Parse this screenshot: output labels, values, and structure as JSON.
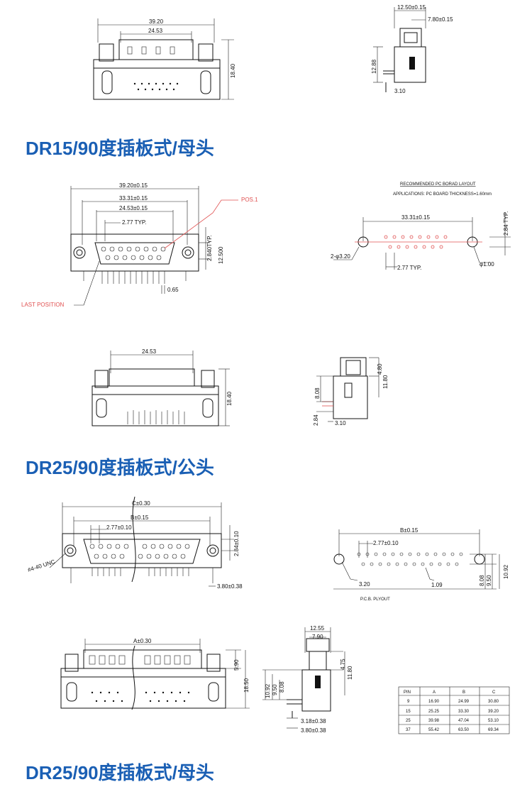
{
  "sections": [
    {
      "title": "DR15/90度插板式/母头",
      "front_dims": [
        "39.20",
        "24.53",
        "18.40"
      ],
      "side_dims": [
        "12.50±0.15",
        "7.80±0.15",
        "12.88",
        "3.10"
      ]
    },
    {
      "title": "DR25/90度插板式/公头",
      "top_dims": [
        "39.20±0.15",
        "33.31±0.15",
        "24.53±0.15",
        "2.77 TYP.",
        "2.840TYP.",
        "12.500",
        "0.65"
      ],
      "pos1": "POS.1",
      "last_position": "LAST POSITION",
      "layout_title": "RECOMMENDED PC BORAD LAYOUT",
      "layout_subtitle": "APPLICATIONS: PC BOARD THICKNESS=1.60mm",
      "layout_dims": [
        "33.31±0.15",
        "2.84 TYP.",
        "2-φ3.20",
        "2.77 TYP.",
        "φ1.00"
      ],
      "front_dims": [
        "24.53",
        "18.40"
      ],
      "side_dims": [
        "4.80",
        "11.80",
        "8.08",
        "2.84",
        "3.10"
      ]
    },
    {
      "title": "DR25/90度插板式/母头",
      "top_dims": [
        "C±0.30",
        "B±0.15",
        "2.77±0.10",
        "2.84±0.10",
        "#4-40 UNC",
        "3.80±0.38"
      ],
      "pcb_dims": [
        "B±0.15",
        "2.77±0.10",
        "3.20",
        "1.09",
        "8.08",
        "9.50",
        "10.92"
      ],
      "pcb_label": "P.C.B. PLYOUT",
      "front_dims": [
        "A±0.30",
        "5.90",
        "18.50"
      ],
      "side_dims": [
        "12.55",
        "7.90",
        "4.75",
        "11.80",
        "10.92",
        "9.50",
        "8.08",
        "3.18±0.38",
        "3.80±0.38"
      ]
    }
  ],
  "table": {
    "headers": [
      "PIN",
      "A",
      "B",
      "C"
    ],
    "rows": [
      [
        "9",
        "16.90",
        "24.99",
        "30.80"
      ],
      [
        "15",
        "25.25",
        "33.30",
        "39.20"
      ],
      [
        "25",
        "39.98",
        "47.04",
        "53.10"
      ],
      [
        "37",
        "55.42",
        "63.50",
        "69.34"
      ]
    ]
  },
  "colors": {
    "title": "#1a5fb4",
    "annotation": "#e05050",
    "line": "#111111"
  }
}
